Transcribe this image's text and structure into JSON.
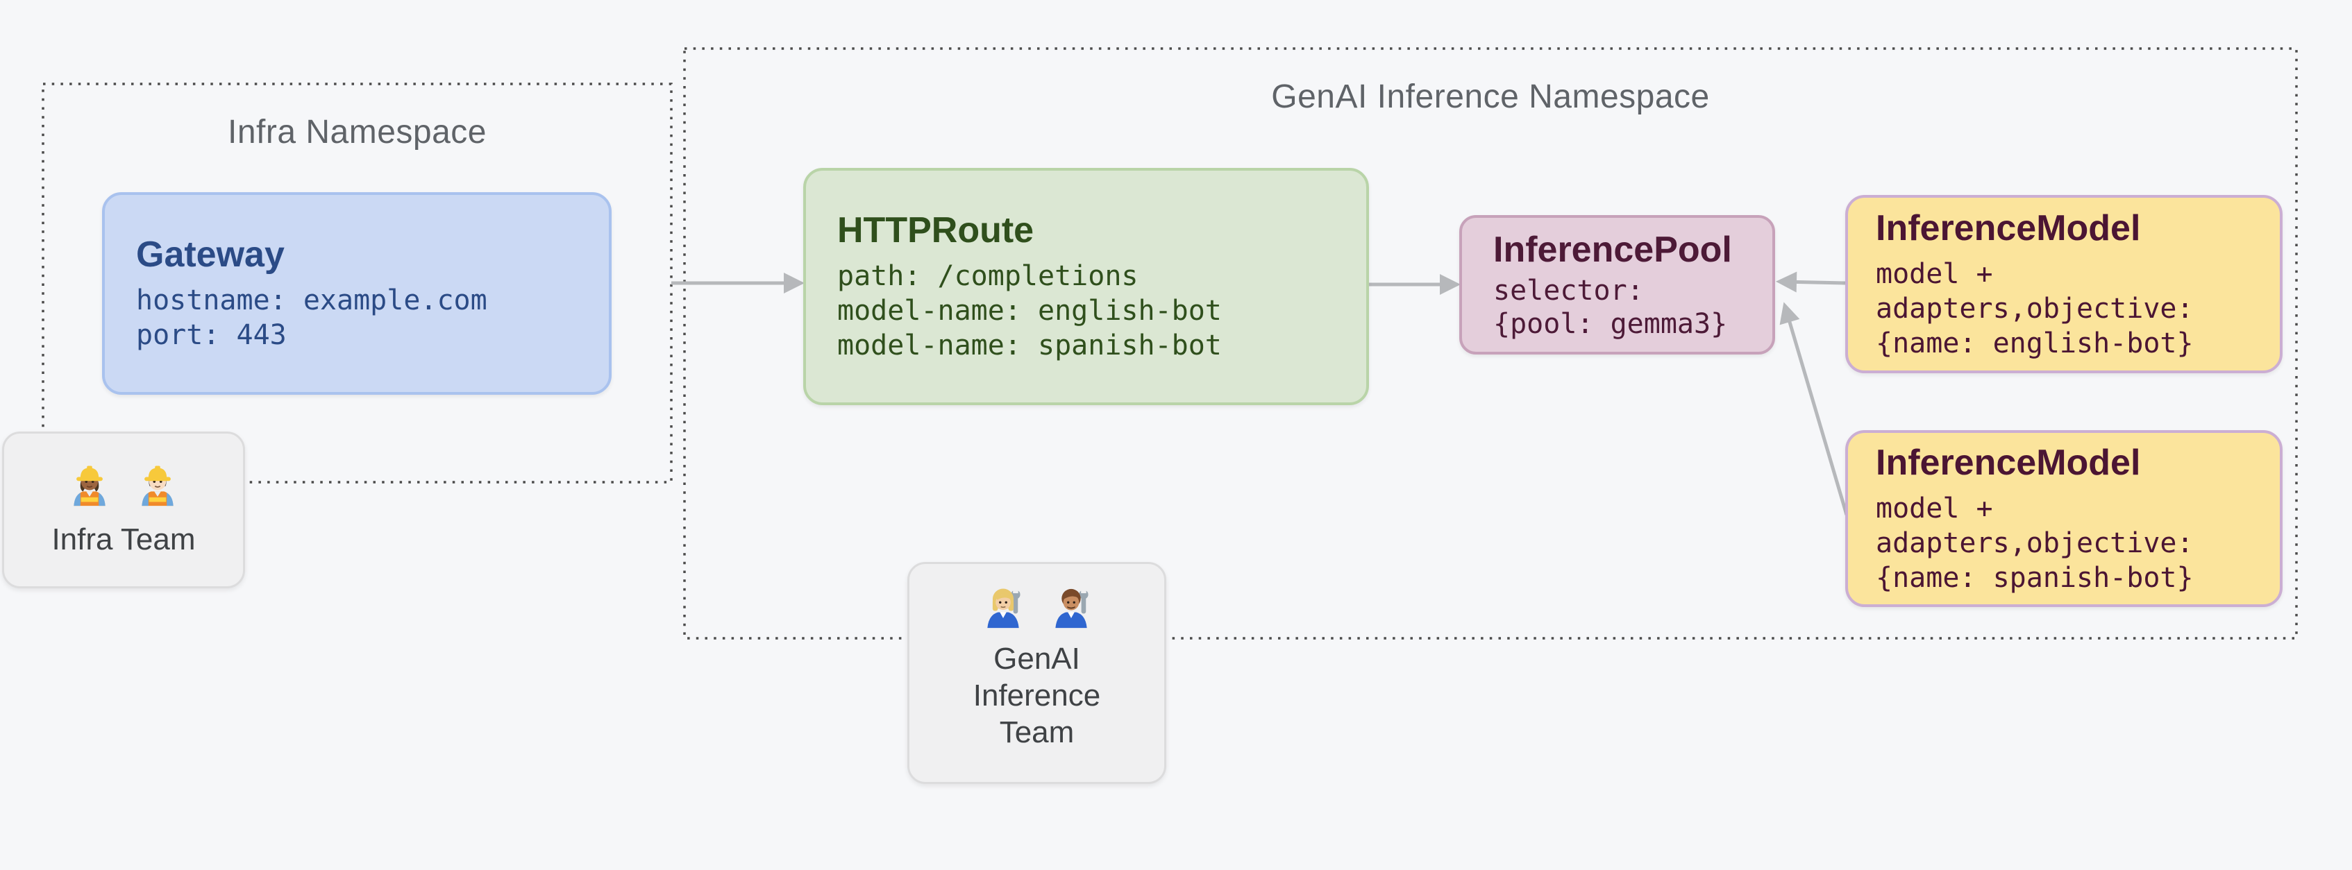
{
  "palette": {
    "bg": "#f6f7f9",
    "namespace-border": "#4b4b4b",
    "namespace-title": "#5f6368",
    "arrow": "#b6b8bb",
    "gateway-fill": "#cbd9f4",
    "gateway-border": "#a9c2ee",
    "gateway-text": "#2b4b86",
    "route-fill": "#dbe7d3",
    "route-border": "#b9d4a8",
    "route-text": "#2f4f1c",
    "pool-fill": "#e4cedb",
    "pool-border": "#c7a2ba",
    "pool-text": "#4d1a37",
    "model-fill": "#fbe49c",
    "model-border": "#cbaed3",
    "model-text": "#4b1533",
    "team-fill": "#f0f0f1",
    "team-border": "#dcdcdd",
    "team-text": "#3f4245"
  },
  "namespaces": {
    "infra": {
      "title": "Infra Namespace"
    },
    "genai": {
      "title": "GenAI Inference Namespace"
    }
  },
  "cards": {
    "gateway": {
      "title": "Gateway",
      "lines": [
        "hostname: example.com",
        "port: 443"
      ]
    },
    "httproute": {
      "title": "HTTPRoute",
      "lines": [
        "path: /completions",
        "model-name: english-bot",
        "model-name: spanish-bot"
      ]
    },
    "inference_pool": {
      "title": "InferencePool",
      "lines": [
        "selector:",
        "{pool: gemma3}"
      ]
    },
    "inference_model_english": {
      "title": "InferenceModel",
      "lines": [
        "model +",
        "adapters,objective:",
        "{name: english-bot}"
      ]
    },
    "inference_model_spanish": {
      "title": "InferenceModel",
      "lines": [
        "model +",
        "adapters,objective:",
        "{name: spanish-bot}"
      ]
    }
  },
  "teams": {
    "infra": {
      "label": "Infra Team",
      "icons": [
        "woman-construction-worker-emoji",
        "man-construction-worker-emoji"
      ]
    },
    "genai": {
      "label": "GenAI Inference Team",
      "icons": [
        "woman-mechanic-emoji",
        "man-mechanic-emoji"
      ]
    }
  }
}
